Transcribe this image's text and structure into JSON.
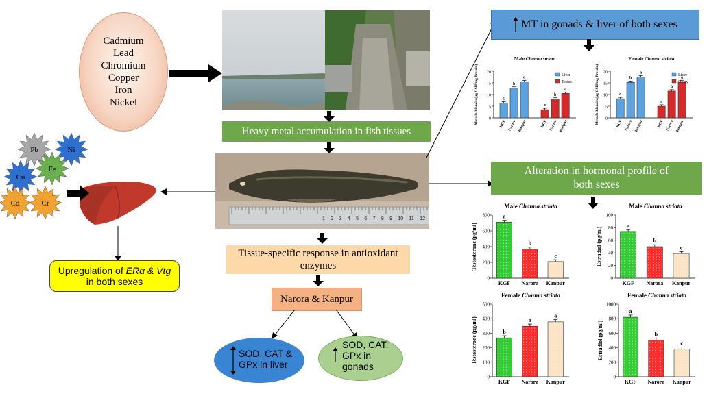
{
  "metals": {
    "items": [
      "Cadmium",
      "Lead",
      "Chromium",
      "Copper",
      "Iron",
      "Nickel"
    ]
  },
  "stars": [
    {
      "label": "Pb",
      "color": "#a6a6a6"
    },
    {
      "label": "Ni",
      "color": "#2f6fd0"
    },
    {
      "label": "Cu",
      "color": "#2f6fd0"
    },
    {
      "label": "Fe",
      "color": "#6ab04c"
    },
    {
      "label": "Cd",
      "color": "#f2a22f"
    },
    {
      "label": "Cr",
      "color": "#f2a22f"
    }
  ],
  "boxes": {
    "accumulation": "Heavy metal accumulation in fish tissues",
    "mt": "MT in gonads & liver of both sexes",
    "hormonal_line1": "Alteration in hormonal profile of",
    "hormonal_line2": "both sexes",
    "antioxidant_line1": "Tissue-specific response in antioxidant",
    "antioxidant_line2": "enzymes",
    "sites": "Narora & Kanpur",
    "upreg_line1_prefix": "Upregulation of ",
    "upreg_line1_italic": "ERα & Vtg",
    "upreg_line2": "in both sexes",
    "liver_oval": [
      "SOD, CAT &",
      "GPx in liver"
    ],
    "gonad_oval": [
      "SOD, CAT,",
      "GPx in",
      "gonads"
    ]
  },
  "ruler": {
    "numbers": [
      "1",
      "2",
      "3",
      "4",
      "5",
      "6",
      "7",
      "8",
      "9",
      "10",
      "11",
      "12"
    ]
  },
  "colors": {
    "green": "#6ea84a",
    "blue": "#5b9bd5",
    "peach": "#fdd9a9",
    "salmon": "#f4b183",
    "yellow": "#ffff00",
    "bar_green": "#33cc33",
    "bar_red": "#ff2a2a",
    "bar_cream": "#fbe3c4",
    "mt_blue": "#5aa2e0",
    "mt_red": "#d62a2a"
  },
  "chart_data": [
    {
      "type": "bar",
      "title_prefix": "Male ",
      "title_italic": "Channa striata",
      "ylabel": "Metallothionein (µg GSH/mg Protein)",
      "ylim": [
        0,
        20
      ],
      "yticks": [
        "0",
        "5",
        "10",
        "15",
        "20"
      ],
      "categories": [
        "KGF",
        "Narora",
        "Kanpur",
        "KGF",
        "Narora",
        "Kanpur"
      ],
      "series": [
        {
          "name": "Liver",
          "values": [
            6.3,
            12.7,
            15.5
          ]
        },
        {
          "name": "Testes",
          "values": [
            3.5,
            8.0,
            10.5
          ]
        }
      ],
      "letters": [
        "c",
        "b",
        "a",
        "c",
        "b",
        "a"
      ],
      "legend": "top-right"
    },
    {
      "type": "bar",
      "title_prefix": "Female ",
      "title_italic": "Channa striata",
      "ylabel": "Metallothionein (µg GSH/mg Protein)",
      "ylim": [
        0,
        20
      ],
      "yticks": [
        "0",
        "5",
        "10",
        "15",
        "20"
      ],
      "categories": [
        "KGF",
        "Narora",
        "Kanpur",
        "KGF",
        "Narora",
        "Kanpur"
      ],
      "series": [
        {
          "name": "Liver",
          "values": [
            8.2,
            15.2,
            17.5
          ]
        },
        {
          "name": "Ovary",
          "values": [
            5.0,
            11.5,
            15.5
          ]
        }
      ],
      "letters": [
        "c",
        "b",
        "a",
        "c",
        "b",
        "a"
      ],
      "legend": "top-right"
    },
    {
      "type": "bar",
      "title_prefix": "Male ",
      "title_italic": "Channa striata",
      "ylabel": "Testosterone (pg/ml)",
      "ylim": [
        0,
        800
      ],
      "yticks": [
        "0",
        "200",
        "400",
        "600",
        "800"
      ],
      "categories": [
        "KGF",
        "Narora",
        "Kanpur"
      ],
      "values": [
        710,
        370,
        210
      ],
      "letters": [
        "a",
        "b",
        "c"
      ]
    },
    {
      "type": "bar",
      "title_prefix": "Male ",
      "title_italic": "Channa striata",
      "ylabel": "Estradiol (pg/ml)",
      "ylim": [
        0,
        100
      ],
      "yticks": [
        "0",
        "20",
        "40",
        "60",
        "80",
        "100"
      ],
      "categories": [
        "KGF",
        "Narora",
        "Kanpur"
      ],
      "values": [
        74,
        50,
        39
      ],
      "letters": [
        "a",
        "b",
        "c"
      ]
    },
    {
      "type": "bar",
      "title_prefix": "Female ",
      "title_italic": "Channa striata",
      "ylabel": "Testosterone (pg/ml)",
      "ylim": [
        0,
        500
      ],
      "yticks": [
        "0",
        "100",
        "200",
        "300",
        "400",
        "500"
      ],
      "categories": [
        "KGF",
        "Narora",
        "Kanpur"
      ],
      "values": [
        268,
        348,
        378
      ],
      "letters": [
        "b",
        "a",
        "a"
      ]
    },
    {
      "type": "bar",
      "title_prefix": "Female ",
      "title_italic": "Channa striata",
      "ylabel": "Estradiol (pg/ml)",
      "ylim": [
        0,
        1000
      ],
      "yticks": [
        "0",
        "200",
        "400",
        "600",
        "800",
        "1000"
      ],
      "categories": [
        "KGF",
        "Narora",
        "Kanpur"
      ],
      "values": [
        820,
        505,
        382
      ],
      "letters": [
        "a",
        "b",
        "c"
      ]
    }
  ]
}
